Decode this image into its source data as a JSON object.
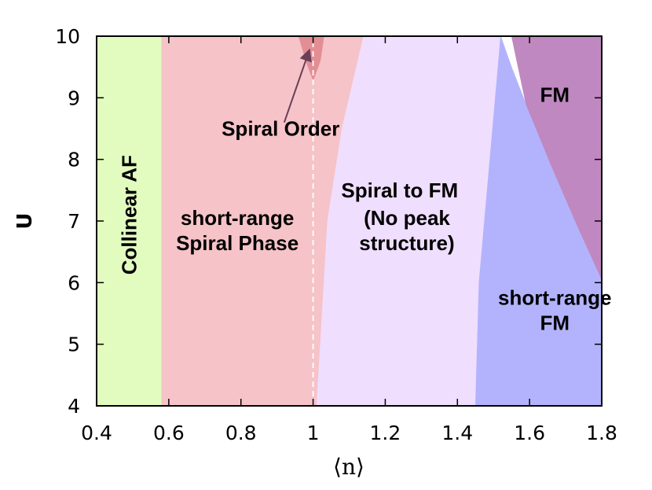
{
  "chart_data": {
    "type": "area",
    "title": "",
    "xlabel": "⟨n⟩",
    "ylabel": "U",
    "xlim": [
      0.4,
      1.8
    ],
    "ylim": [
      4,
      10
    ],
    "x_ticks": [
      "0.4",
      "0.6",
      "0.8",
      "1",
      "1.2",
      "1.4",
      "1.6",
      "1.8"
    ],
    "y_ticks": [
      "4",
      "5",
      "6",
      "7",
      "8",
      "9",
      "10"
    ],
    "grid": false,
    "regions": [
      {
        "name": "collinear_af",
        "color": "#e2fcc0",
        "polygon": [
          [
            0.4,
            4
          ],
          [
            0.58,
            4
          ],
          [
            0.58,
            10
          ],
          [
            0.4,
            10
          ]
        ]
      },
      {
        "name": "short_range_spiral",
        "color": "#f5c3c8",
        "polygon": [
          [
            0.58,
            4
          ],
          [
            1.01,
            4
          ],
          [
            1.04,
            7
          ],
          [
            1.08,
            8.5
          ],
          [
            1.14,
            10
          ],
          [
            0.58,
            10
          ]
        ]
      },
      {
        "name": "spiral_to_fm",
        "color": "#efdefd",
        "polygon": [
          [
            1.01,
            4
          ],
          [
            1.45,
            4
          ],
          [
            1.46,
            6
          ],
          [
            1.49,
            8
          ],
          [
            1.52,
            10
          ],
          [
            1.14,
            10
          ],
          [
            1.08,
            8.5
          ],
          [
            1.04,
            7
          ]
        ]
      },
      {
        "name": "short_range_fm",
        "color": "#b3b3fd",
        "polygon": [
          [
            1.45,
            4
          ],
          [
            1.8,
            4
          ],
          [
            1.8,
            6.05
          ],
          [
            1.73,
            6.95
          ],
          [
            1.66,
            7.9
          ],
          [
            1.59,
            8.9
          ],
          [
            1.55,
            9.5
          ],
          [
            1.52,
            10
          ],
          [
            1.49,
            8
          ],
          [
            1.46,
            6
          ]
        ]
      },
      {
        "name": "fm",
        "color": "#c088c0",
        "polygon": [
          [
            1.55,
            10
          ],
          [
            1.8,
            10
          ],
          [
            1.8,
            6.05
          ],
          [
            1.73,
            6.95
          ],
          [
            1.66,
            7.9
          ],
          [
            1.59,
            8.9
          ]
        ]
      },
      {
        "name": "spiral_order",
        "color": "#e38e94",
        "polygon": [
          [
            0.96,
            10
          ],
          [
            1.03,
            10
          ],
          [
            1.02,
            9.6
          ],
          [
            1.0,
            9.28
          ],
          [
            0.98,
            9.6
          ]
        ]
      }
    ],
    "dashed_line": {
      "x": 1.0,
      "y_range": [
        4,
        10
      ],
      "color": "#ffffff"
    },
    "annotations": [
      {
        "lines": [
          "Collinear AF"
        ],
        "x": 0.49,
        "y": 7.1,
        "rotate": -90
      },
      {
        "lines": [
          "short-range",
          "Spiral Phase"
        ],
        "x": 0.79,
        "y": 6.85
      },
      {
        "lines": [
          "Spiral Order"
        ],
        "x": 0.91,
        "y": 8.5
      },
      {
        "lines": [
          "Spiral to FM"
        ],
        "x": 1.24,
        "y": 7.5
      },
      {
        "lines": [
          "(No peak",
          "structure)"
        ],
        "x": 1.26,
        "y": 6.85
      },
      {
        "lines": [
          "FM"
        ],
        "x": 1.67,
        "y": 9.05
      },
      {
        "lines": [
          "short-range",
          "FM"
        ],
        "x": 1.67,
        "y": 5.55
      }
    ],
    "arrow": {
      "from": [
        0.92,
        8.6
      ],
      "to": [
        0.99,
        9.78
      ],
      "color": "#6a3f57"
    }
  }
}
